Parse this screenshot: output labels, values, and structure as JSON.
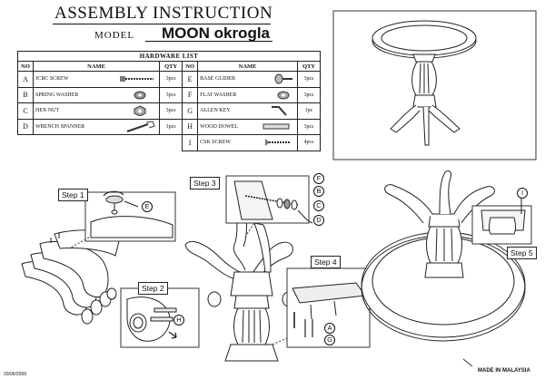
{
  "header": {
    "title": "ASSEMBLY INSTRUCTION",
    "model_label": "MODEL",
    "model_value": "MOON okrogla"
  },
  "hardware": {
    "caption": "HARDWARE LIST",
    "col_no": "NO",
    "col_name": "NAME",
    "col_qty": "QTY",
    "left": [
      {
        "no": "A",
        "name": "JCBC SCREW",
        "qty": "3pcs",
        "icon": "screw-icon"
      },
      {
        "no": "B",
        "name": "SPRING WASHER",
        "qty": "3pcs",
        "icon": "washer-icon"
      },
      {
        "no": "C",
        "name": "HEX NUT",
        "qty": "3pcs",
        "icon": "nut-icon"
      },
      {
        "no": "D",
        "name": "WRENCH SPANNER",
        "qty": "1pcs",
        "icon": "spanner-icon"
      }
    ],
    "right": [
      {
        "no": "E",
        "name": "BASE GLIDER",
        "qty": "3pcs",
        "icon": "glider-icon"
      },
      {
        "no": "F",
        "name": "FLAT WASHER",
        "qty": "3pcs",
        "icon": "washer-icon"
      },
      {
        "no": "G",
        "name": "ALLEN KEY",
        "qty": "1pc",
        "icon": "allen-key-icon"
      },
      {
        "no": "H",
        "name": "WOOD DOWEL",
        "qty": "3pcs",
        "icon": "dowel-icon"
      },
      {
        "no": "I",
        "name": "CSK SCREW",
        "qty": "4pcs",
        "icon": "screw-icon"
      }
    ]
  },
  "steps": {
    "s1": "Step 1",
    "s2": "Step 2",
    "s3": "Step 3",
    "s4": "Step 4",
    "s5": "Step 5"
  },
  "callouts": {
    "e": "E",
    "f": "F",
    "b": "B",
    "c": "C",
    "d": "D",
    "h": "H",
    "a": "A",
    "g": "G",
    "i": "I"
  },
  "footer": {
    "date": "20/06/2009",
    "made_in": "MADE IN MALAYSIA"
  }
}
